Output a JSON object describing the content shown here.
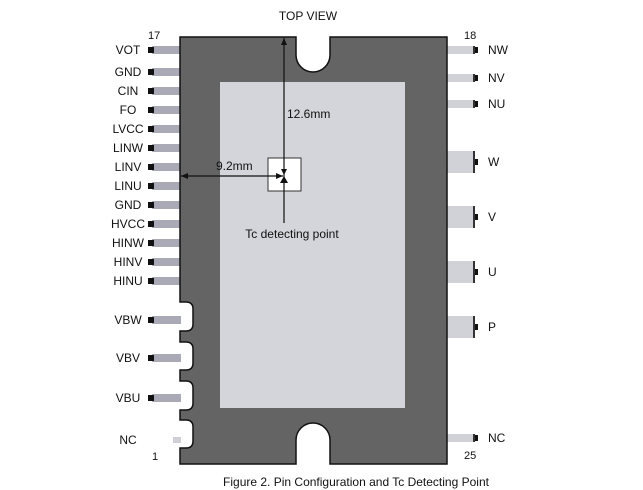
{
  "title": "TOP VIEW",
  "caption": "Figure 2. Pin Configuration and Tc Detecting Point",
  "annotations": {
    "vertical_dimension": "12.6mm",
    "horizontal_dimension": "9.2mm",
    "tc_point_label": "Tc detecting point"
  },
  "pin_numbers": {
    "left_top": "17",
    "left_bottom": "1",
    "right_top": "18",
    "right_bottom": "25"
  },
  "left_pins": [
    "VOT",
    "GND",
    "CIN",
    "FO",
    "LVCC",
    "LINW",
    "LINV",
    "LINU",
    "GND",
    "HVCC",
    "HINW",
    "HINV",
    "HINU",
    "VBW",
    "VBV",
    "VBU",
    "NC"
  ],
  "right_pins": [
    "NW",
    "NV",
    "NU",
    "W",
    "V",
    "U",
    "P",
    "NC"
  ],
  "colors": {
    "package_body": "#646464",
    "inner_window": "#d4d5da",
    "pin_lead": "#a9aab6",
    "right_lead": "#d1d2d8",
    "outline": "#111111"
  }
}
